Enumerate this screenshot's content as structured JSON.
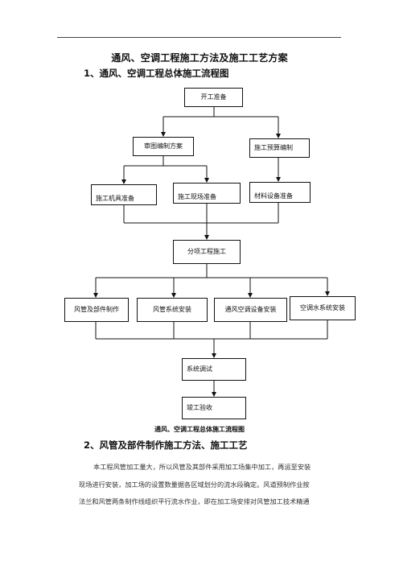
{
  "document": {
    "title": "通风、空调工程施工方法及施工工艺方案",
    "section1_heading": "1、通风、空调工程总体施工流程图",
    "flowchart": {
      "start": "开工准备",
      "drawing_plan": "审图编制方案",
      "budget": "施工预算编制",
      "machinery": "施工机具准备",
      "site": "施工现场准备",
      "materials": "材料设备准备",
      "subproject": "分项工程施工",
      "duct_fab": "风管及部件制作",
      "duct_install": "风管系统安装",
      "equip_install": "通风空调设备安装",
      "water_install": "空调水系统安装",
      "debug": "系统调试",
      "acceptance": "竣工验收"
    },
    "caption": "通风、空调工程总体施工流程图",
    "section2_heading": "2、风管及部件制作施工方法、施工工艺",
    "paragraph_lines": [
      "本工程风管加工量大，所以风管及其部件采用加工场集中加工，再运至安装",
      "现场进行安装，加工场的设置数量据各区域划分的流水段确定。风道预制作业按",
      "法兰和风管两条制作线组织平行流水作业，即在加工场安排对风管加工技术精通"
    ]
  }
}
